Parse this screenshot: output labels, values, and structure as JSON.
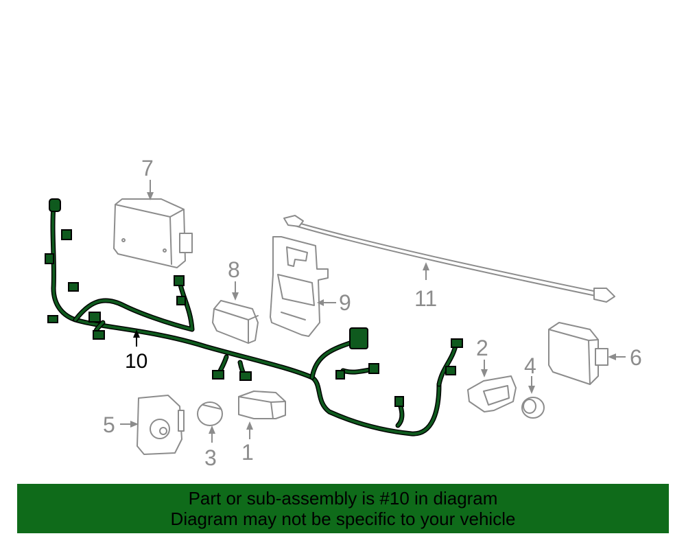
{
  "callouts": {
    "c1": "1",
    "c2": "2",
    "c3": "3",
    "c4": "4",
    "c5": "5",
    "c6": "6",
    "c7": "7",
    "c8": "8",
    "c9": "9",
    "c10": "10",
    "c11": "11"
  },
  "highlighted_part": "10",
  "colors": {
    "harness": "#0f5a1e",
    "banner": "#0f6b1a",
    "outline": "#8c8c8c"
  },
  "banner": {
    "line1": "Part or sub-assembly is #10 in diagram",
    "line2": "Diagram may not be specific to your vehicle"
  }
}
